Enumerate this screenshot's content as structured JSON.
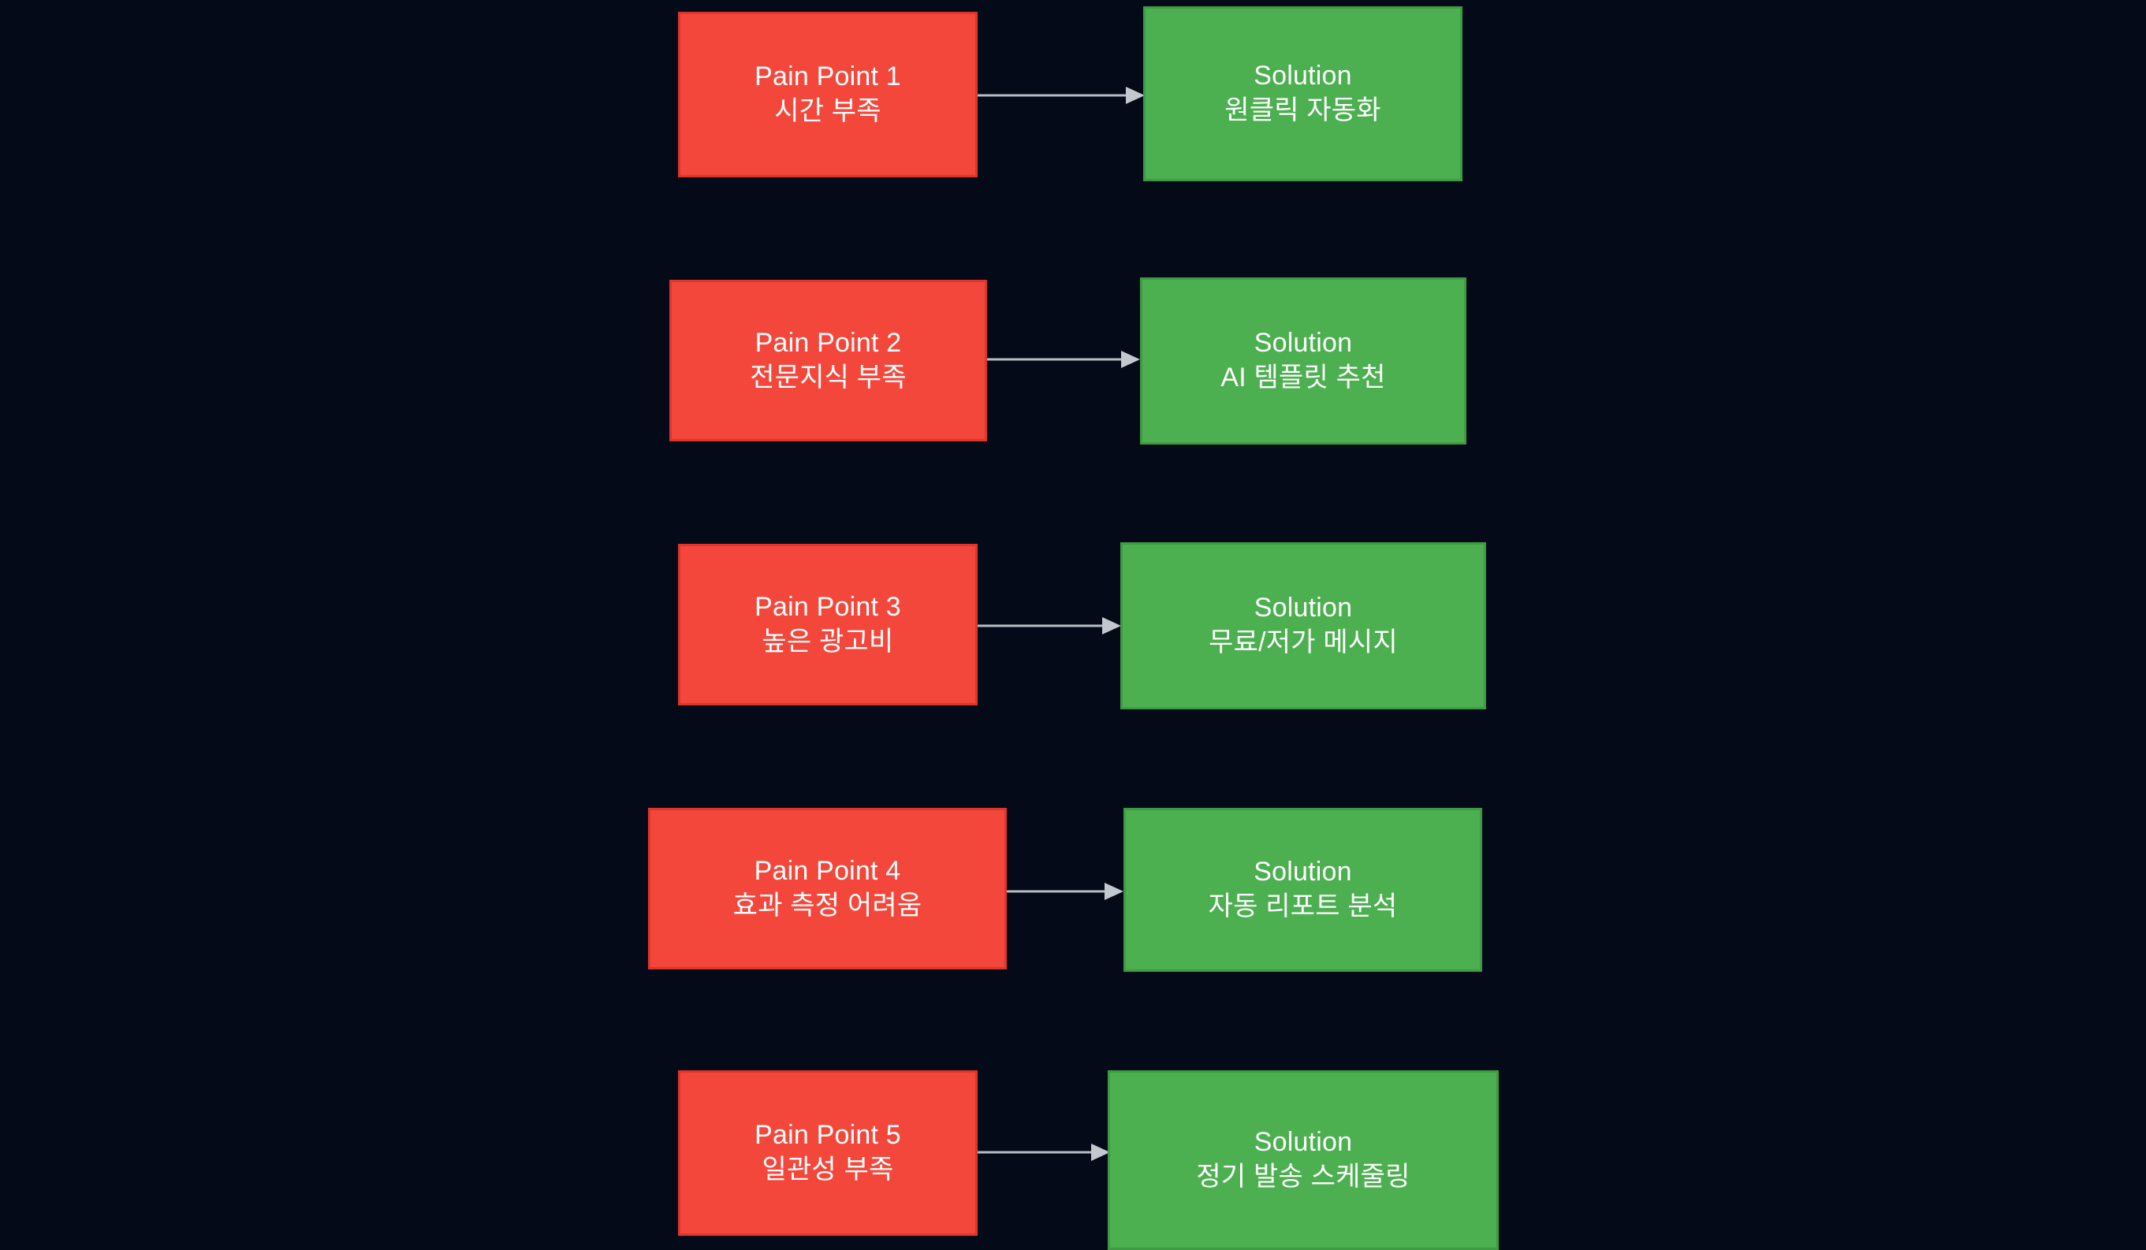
{
  "diagram": {
    "type": "flowchart",
    "background_color": "#050a19",
    "pain_color": "#f4473b",
    "solution_color": "#4caf50",
    "arrow_color": "#b8bcc4",
    "text_color": "#ffffff",
    "rows": [
      {
        "pain": {
          "line1": "Pain Point 1",
          "line2": "시간 부족"
        },
        "solution": {
          "line1": "Solution",
          "line2": "원클릭 자동화"
        },
        "connector": "arrow-right"
      },
      {
        "pain": {
          "line1": "Pain Point 2",
          "line2": "전문지식 부족"
        },
        "solution": {
          "line1": "Solution",
          "line2": "AI 템플릿 추천"
        },
        "connector": "arrow-right"
      },
      {
        "pain": {
          "line1": "Pain Point 3",
          "line2": "높은 광고비"
        },
        "solution": {
          "line1": "Solution",
          "line2": "무료/저가 메시지"
        },
        "connector": "arrow-right"
      },
      {
        "pain": {
          "line1": "Pain Point 4",
          "line2": "효과 측정 어려움"
        },
        "solution": {
          "line1": "Solution",
          "line2": "자동 리포트 분석"
        },
        "connector": "arrow-right"
      },
      {
        "pain": {
          "line1": "Pain Point 5",
          "line2": "일관성 부족"
        },
        "solution": {
          "line1": "Solution",
          "line2": "정기 발송 스케줄링"
        },
        "connector": "arrow-right"
      }
    ]
  }
}
